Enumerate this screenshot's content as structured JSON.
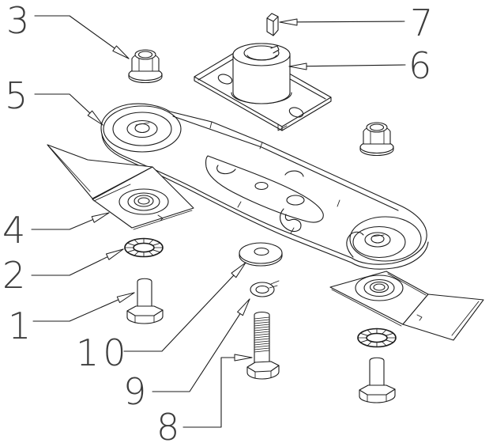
{
  "diagram": {
    "kind": "exploded-parts-diagram",
    "subject": "Mower blade assembly",
    "background_color": "#ffffff",
    "line_color": "#1b1b1b",
    "label_color": "#3d3d3d",
    "callouts": {
      "c1": {
        "number": "1",
        "part": "shoulder-bolt-left"
      },
      "c2": {
        "number": "2",
        "part": "curved-segment-washer-left"
      },
      "c3": {
        "number": "3",
        "part": "flange-lock-nut"
      },
      "c4": {
        "number": "4",
        "part": "blade-left"
      },
      "c5": {
        "number": "5",
        "part": "blade-carrier-disc"
      },
      "c6": {
        "number": "6",
        "part": "blade-adapter-hub"
      },
      "c7": {
        "number": "7",
        "part": "drive-key"
      },
      "c8": {
        "number": "8",
        "part": "center-hex-bolt"
      },
      "c9": {
        "number": "9",
        "part": "split-lock-washer"
      },
      "c10": {
        "number": "10",
        "part": "flat-washer"
      }
    },
    "unlabeled_duplicates": [
      "flange-lock-nut-right",
      "blade-right",
      "curved-segment-washer-right",
      "shoulder-bolt-right"
    ]
  }
}
